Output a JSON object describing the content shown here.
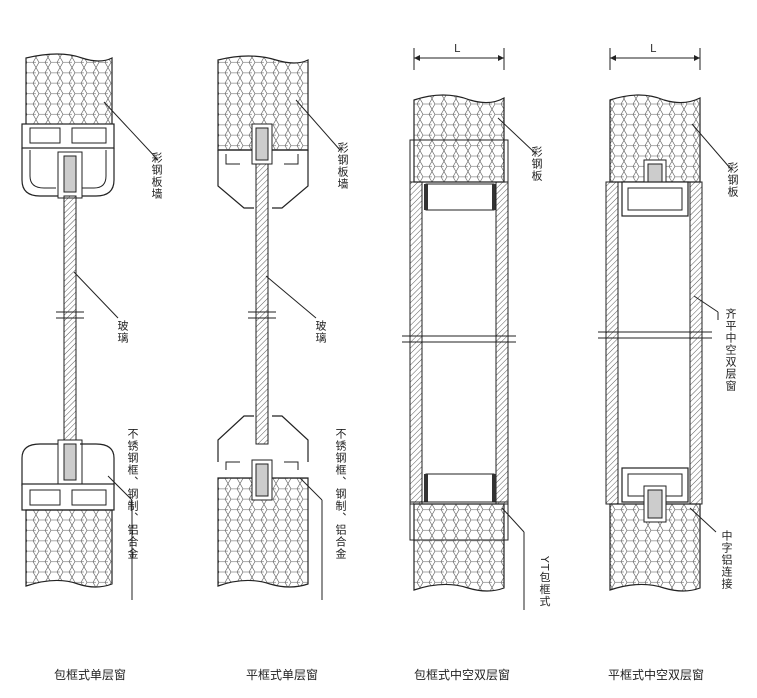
{
  "captions": [
    "包框式单层窗",
    "平框式单层窗",
    "包框式中空双层窗",
    "平框式中空双层窗"
  ],
  "labels": {
    "d1_panel": "彩钢板墙",
    "d1_glass": "玻璃",
    "d1_frame": "不锈钢框、钢制、铝合金",
    "d2_panel": "彩钢板墙",
    "d2_glass": "玻璃",
    "d2_frame": "不锈钢框、钢制、铝合金",
    "d3_panel": "彩钢板",
    "d3_frame": "YT包框式",
    "d4_panel": "彩钢板",
    "d4_window": "齐平中空双层窗",
    "d4_connect": "中字铝连接"
  },
  "dims": {
    "d3": "L",
    "d4": "L"
  }
}
